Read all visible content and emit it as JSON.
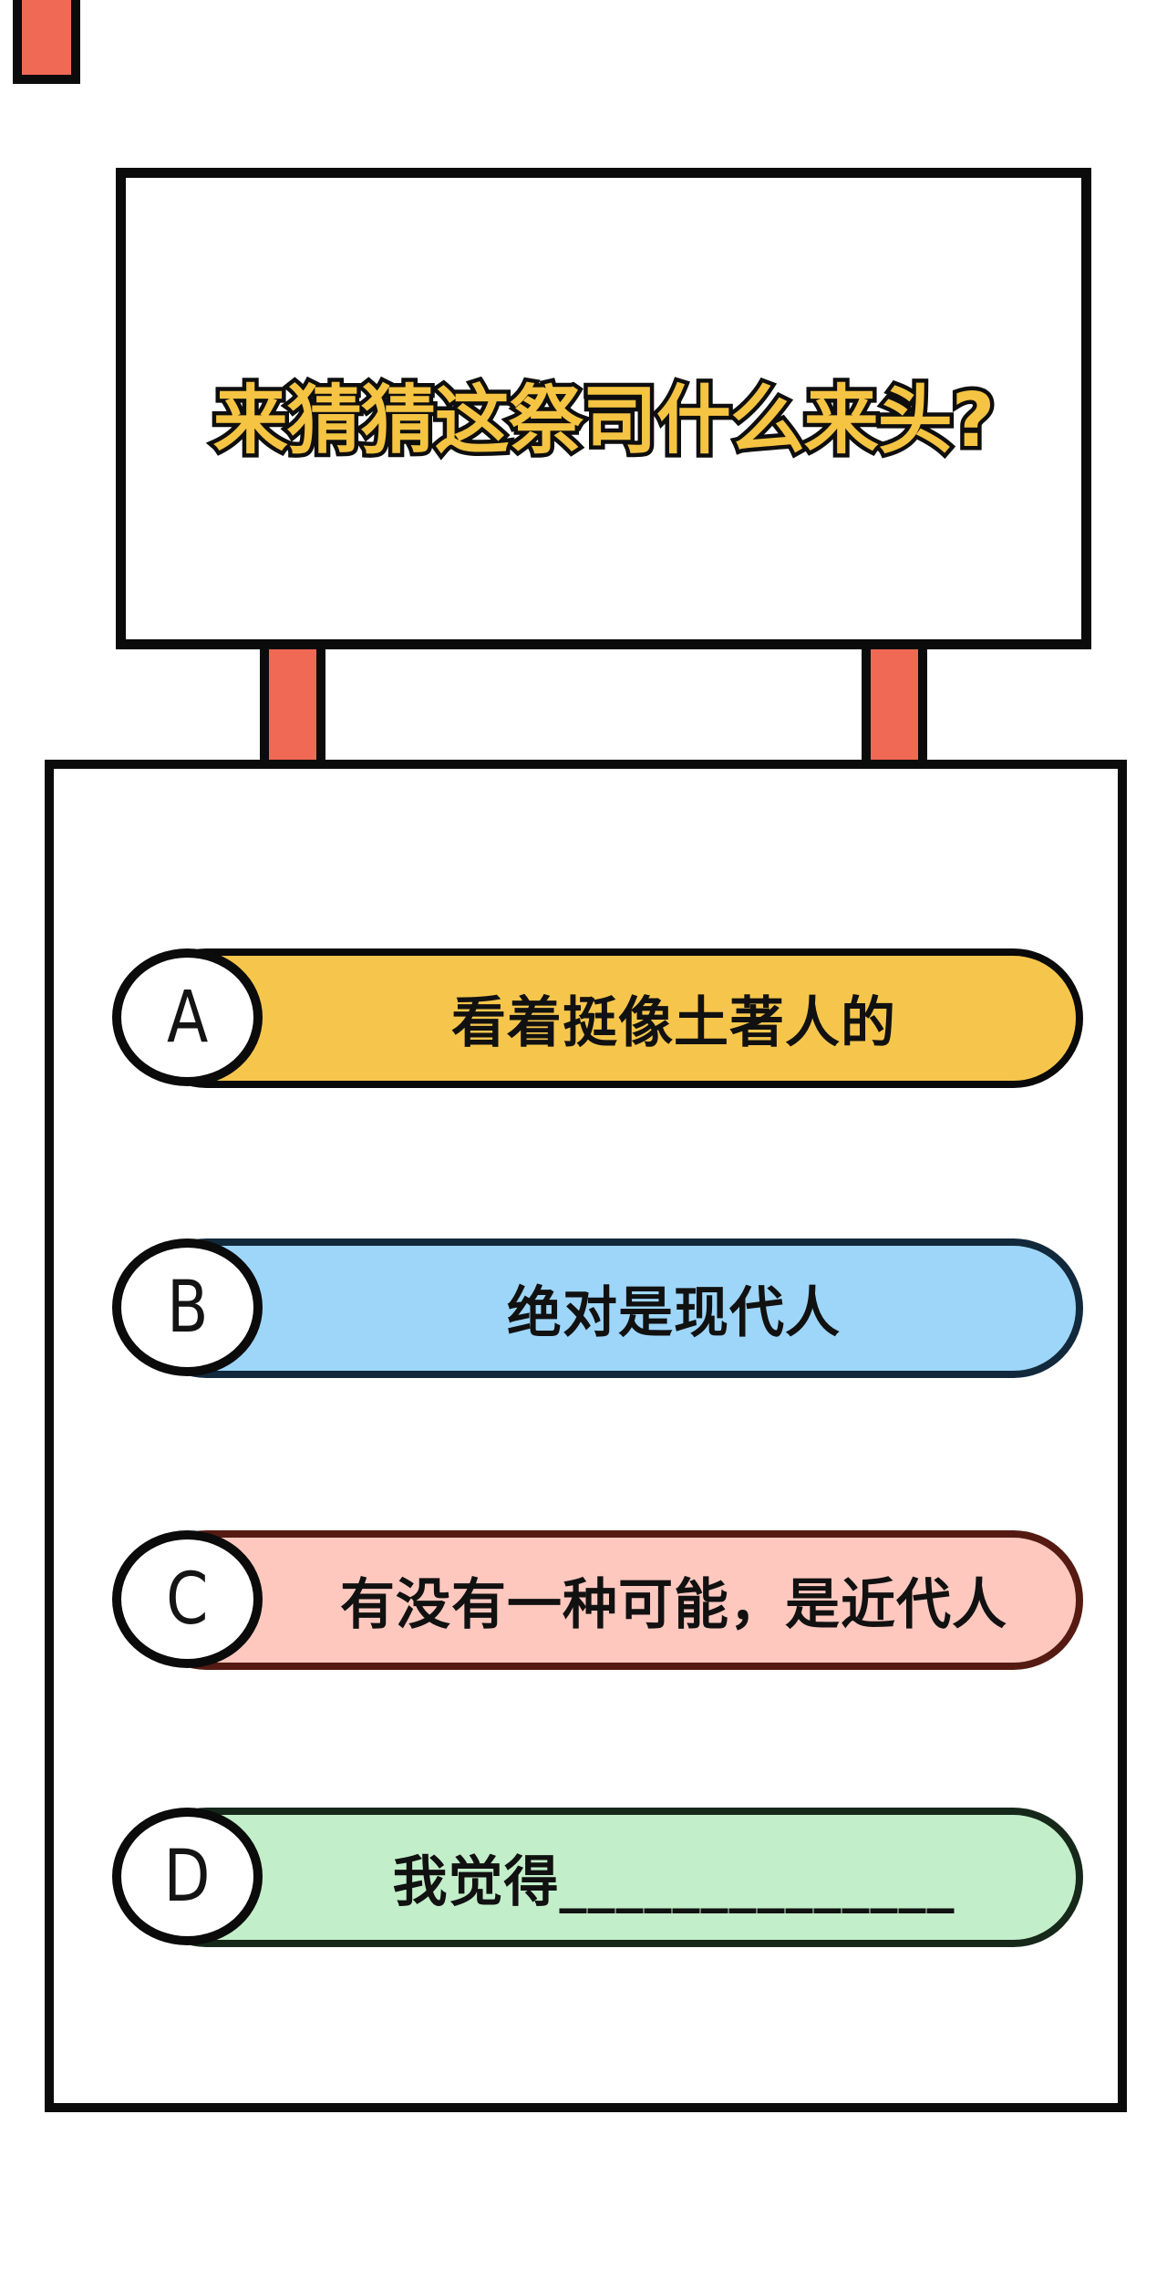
{
  "page": {
    "background": "#ffffff",
    "outline_color": "#0b0b0b"
  },
  "decor": {
    "post_red": "#F06954",
    "top_left_stub": "post-stub"
  },
  "sign": {
    "title": "来猜猜这祭司什么来头?",
    "title_fill": "#F5C443",
    "title_outline": "#0e0e0e"
  },
  "options": [
    {
      "letter": "A",
      "text": "看着挺像土著人的",
      "fill": "#F6C64C",
      "border": "#0a0a0a"
    },
    {
      "letter": "B",
      "text": "绝对是现代人",
      "fill": "#9ED6FA",
      "border": "#12293C"
    },
    {
      "letter": "C",
      "text": "有没有一种可能，是近代人",
      "fill": "#FFC8BF",
      "border": "#551B12"
    },
    {
      "letter": "D",
      "text": "我觉得______________",
      "fill": "#C2EFC9",
      "border": "#16281A"
    }
  ]
}
